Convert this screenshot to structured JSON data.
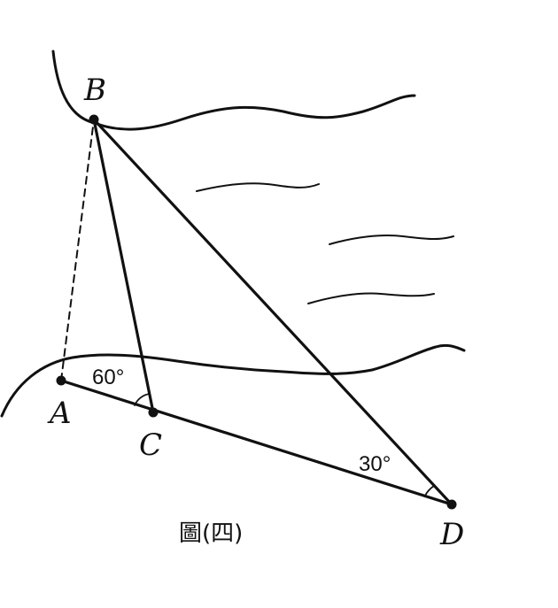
{
  "points": {
    "A": "A",
    "B": "B",
    "C": "C",
    "D": "D"
  },
  "angles": {
    "at_C": "60°",
    "at_D": "30°"
  },
  "caption": "圖(四)",
  "colors": {
    "ink": "#111111",
    "background": "#ffffff"
  }
}
